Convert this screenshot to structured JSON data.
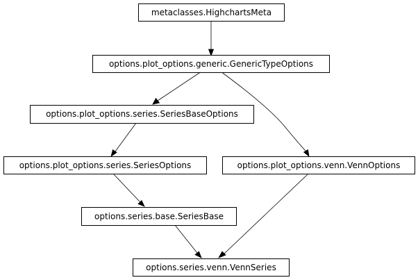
{
  "diagram": {
    "nodes": {
      "highcharts_meta": "metaclasses.HighchartsMeta",
      "generic_type_options": "options.plot_options.generic.GenericTypeOptions",
      "series_base_options": "options.plot_options.series.SeriesBaseOptions",
      "series_options": "options.plot_options.series.SeriesOptions",
      "venn_options": "options.plot_options.venn.VennOptions",
      "series_base": "options.series.base.SeriesBase",
      "venn_series": "options.series.venn.VennSeries"
    },
    "edges": [
      {
        "from": "highcharts_meta",
        "to": "generic_type_options"
      },
      {
        "from": "generic_type_options",
        "to": "series_base_options"
      },
      {
        "from": "generic_type_options",
        "to": "venn_options"
      },
      {
        "from": "series_base_options",
        "to": "series_options"
      },
      {
        "from": "series_options",
        "to": "series_base"
      },
      {
        "from": "series_base",
        "to": "venn_series"
      },
      {
        "from": "venn_options",
        "to": "venn_series"
      }
    ]
  }
}
